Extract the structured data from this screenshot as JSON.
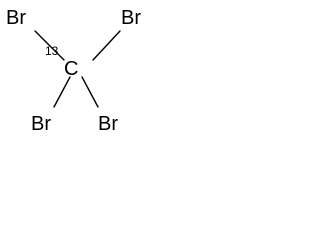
{
  "molecule": {
    "center_atom": {
      "isotope": "13",
      "symbol": "C"
    },
    "substituents": [
      {
        "label": "Br"
      },
      {
        "label": "Br"
      },
      {
        "label": "Br"
      },
      {
        "label": "Br"
      }
    ]
  }
}
